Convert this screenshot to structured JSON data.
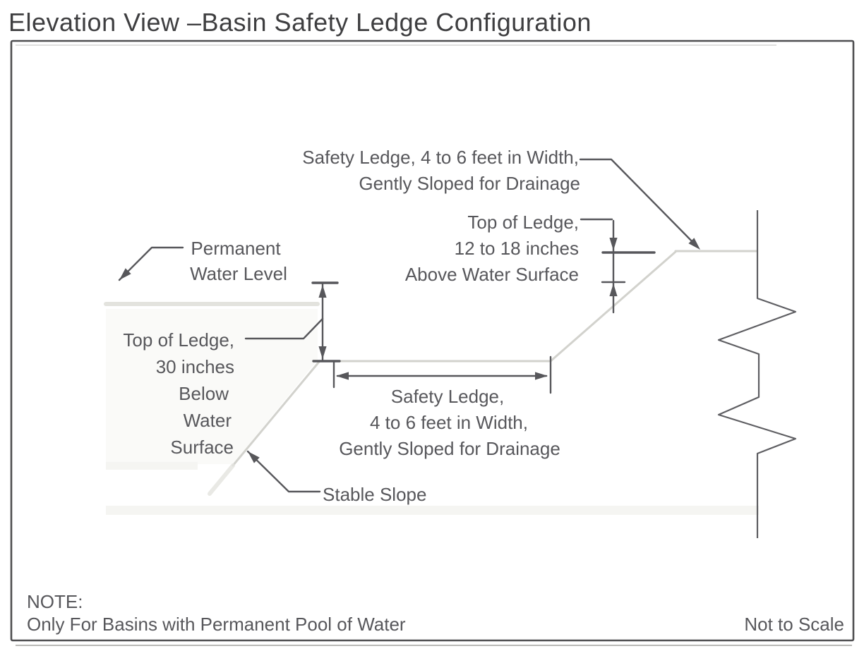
{
  "page_title": "Elevation View –Basin Safety Ledge Configuration",
  "diagram": {
    "labels": {
      "safety_ledge_top": [
        "Safety Ledge, 4 to 6 feet in Width,",
        "Gently Sloped for Drainage"
      ],
      "top_of_ledge_right": [
        "Top of Ledge,",
        "12 to 18 inches",
        "Above Water Surface"
      ],
      "permanent_water_level": [
        "Permanent",
        "Water Level"
      ],
      "top_of_ledge_left": [
        "Top of Ledge,",
        "30 inches",
        "Below",
        "Water",
        "Surface"
      ],
      "safety_ledge_mid": [
        "Safety Ledge,",
        "4 to 6 feet in Width,",
        "Gently Sloped for Drainage"
      ],
      "stable_slope": "Stable Slope"
    },
    "note": {
      "label": "NOTE:",
      "text": "Only For Basins with Permanent Pool of Water"
    },
    "scale_note": "Not to Scale",
    "colors": {
      "ink": "#57575b",
      "light_line": "#d2d2cd",
      "border": "#4f4f51",
      "title": "#3e3e40"
    }
  }
}
